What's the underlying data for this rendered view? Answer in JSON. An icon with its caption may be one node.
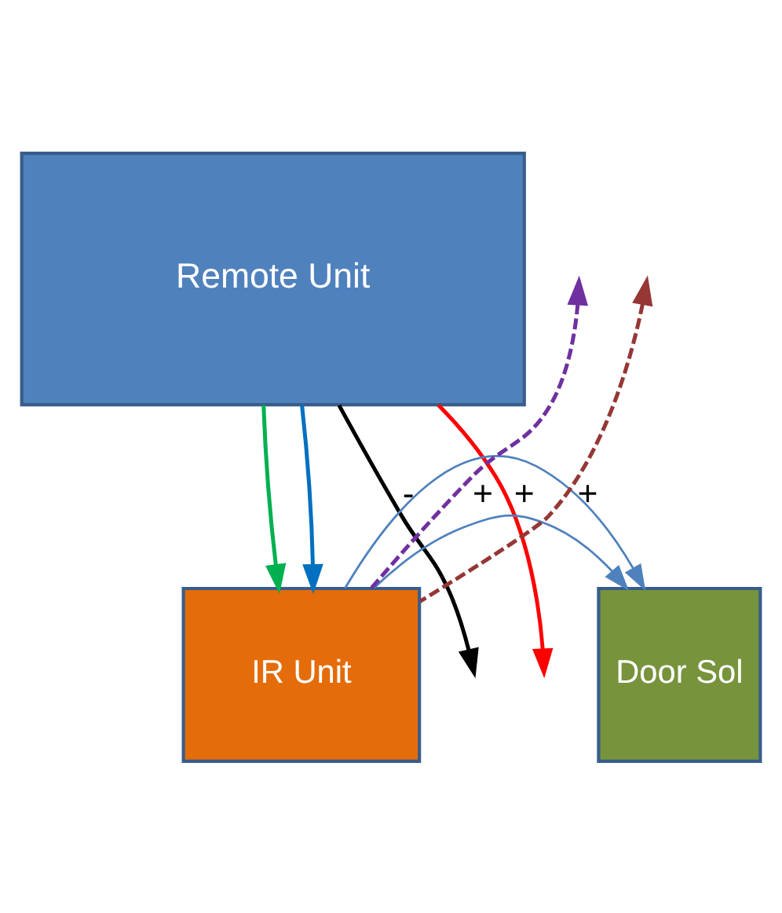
{
  "diagram": {
    "nodes": [
      {
        "text": [
          "Remote Unit"
        ]
      },
      {
        "text": [
          "IR Unit"
        ]
      },
      {
        "text": [
          "Door Sol"
        ]
      }
    ],
    "edges": [
      {
        "from": 0,
        "to": 1,
        "arrow": "to",
        "color": "#00b050"
      },
      {
        "from": 0,
        "to": 1,
        "arrow": "to",
        "color": "#0070c0"
      },
      {
        "from": 1,
        "to": null,
        "arrow": "to",
        "style": "dashed",
        "color": "#953735",
        "label": "+"
      },
      {
        "from": 1,
        "to": null,
        "arrow": "to",
        "style": "dashed",
        "color": "#7030a0",
        "label": "+"
      },
      {
        "from": 0,
        "to": null,
        "arrow": "to",
        "color": "#000000",
        "label": "-"
      },
      {
        "from": 0,
        "to": null,
        "arrow": "to",
        "color": "#ff0000",
        "label": "+"
      },
      {
        "from": 1,
        "to": 2,
        "arrow": "to",
        "color": "#4f81bd"
      },
      {
        "from": 1,
        "to": 2,
        "arrow": "to",
        "color": "#4f81bd"
      }
    ]
  }
}
